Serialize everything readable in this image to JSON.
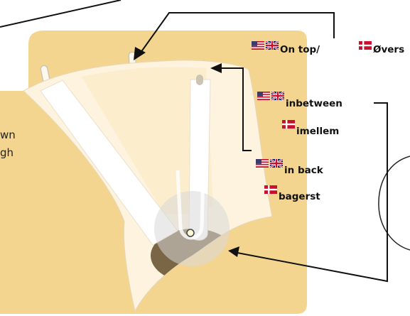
{
  "labels": {
    "on_top": "On top/",
    "on_top_da": "Øvers",
    "inbetween": "inbetween",
    "imellem": "imellem",
    "in_back": "in back",
    "bagerst": "bagerst"
  },
  "side_text": {
    "line1": "wn",
    "line2": "gh"
  },
  "colors": {
    "panel": "#f4d590",
    "sheet": "#fdf3de",
    "strap": "#ffffff",
    "shadow": "#7a6544",
    "lens": "#d9d9d9",
    "line": "#111111"
  },
  "icons": {
    "us_flag": "us-flag-icon",
    "uk_flag": "uk-flag-icon",
    "dk_flag": "danish-flag-icon"
  }
}
